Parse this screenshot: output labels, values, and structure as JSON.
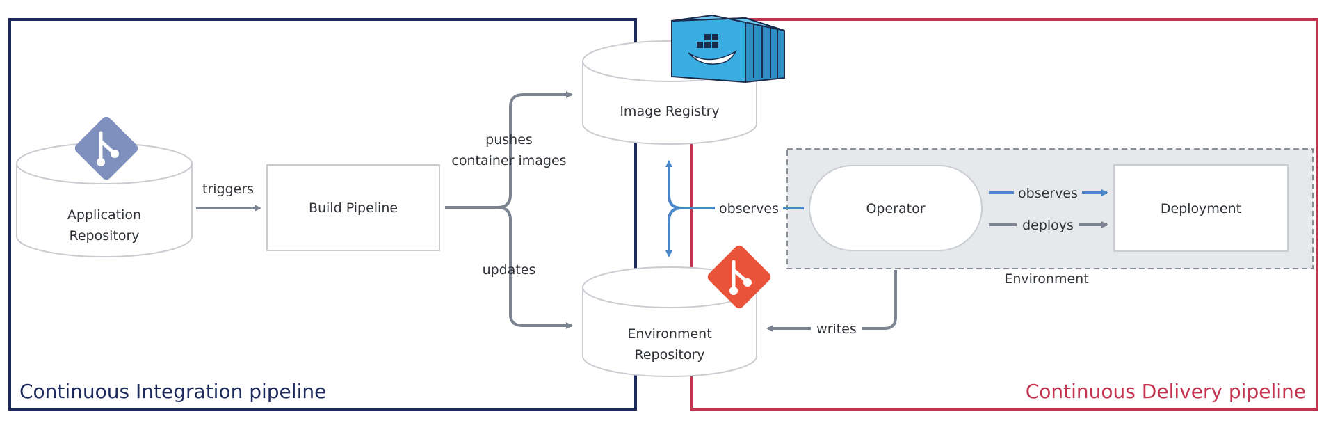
{
  "frames": {
    "ci": {
      "label": "Continuous Integration pipeline",
      "color": "#1f2a5c"
    },
    "cd": {
      "label": "Continuous Delivery pipeline",
      "color": "#c2334f"
    }
  },
  "nodes": {
    "app_repo": {
      "line1": "Application",
      "line2": "Repository"
    },
    "build_pipeline": {
      "label": "Build Pipeline"
    },
    "image_registry": {
      "label": "Image Registry"
    },
    "env_repo": {
      "line1": "Environment",
      "line2": "Repository"
    },
    "operator": {
      "label": "Operator"
    },
    "deployment": {
      "label": "Deployment"
    },
    "environment": {
      "label": "Environment"
    }
  },
  "edges": {
    "triggers": "triggers",
    "pushes_line1": "pushes",
    "pushes_line2": "container images",
    "updates": "updates",
    "observes_registry": "observes",
    "observes_deployment": "observes",
    "deploys": "deploys",
    "writes": "writes"
  },
  "icons": {
    "app_repo_git": "git-icon",
    "env_repo_git": "git-icon",
    "registry_container": "docker-container-icon"
  },
  "colors": {
    "gray_arrow": "#7b8490",
    "blue_arrow": "#4a86c8",
    "git_app": "#7f8fbe",
    "git_env": "#e8533a",
    "container": "#3aaee3",
    "env_bg": "#e6e8eb"
  }
}
